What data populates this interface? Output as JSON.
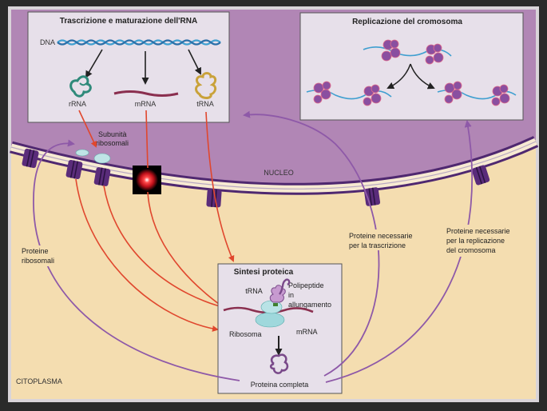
{
  "panels": {
    "transcription_title": "Trascrizione e maturazione dell'RNA",
    "replication_title": "Replicazione del cromosoma",
    "synthesis_title": "Sintesi proteica"
  },
  "labels": {
    "dna": "DNA",
    "rrna": "rRNA",
    "mrna": "mRNA",
    "trna": "tRNA",
    "subunits_line1": "Subunità",
    "subunits_line2": "ribosomali",
    "nucleus": "NUCLEO",
    "cytoplasm": "CITOPLASMA",
    "ribosomal_proteins_line1": "Proteine",
    "ribosomal_proteins_line2": "ribosomali",
    "transcription_proteins_line1": "Proteine necessarie",
    "transcription_proteins_line2": "per la trascrizione",
    "replication_proteins_line1": "Proteine necessarie",
    "replication_proteins_line2": "per la replicazione",
    "replication_proteins_line3": "del cromosoma",
    "synth_trna": "tRNA",
    "polypeptide_line1": "Polipeptide",
    "polypeptide_line2": "in",
    "polypeptide_line3": "allungamento",
    "ribosome": "Ribosoma",
    "synth_mrna": "mRNA",
    "complete_protein": "Proteina completa"
  },
  "colors": {
    "nucleus": "#b186b5",
    "cytoplasm": "#f4ddb0",
    "panel": "#e7e0ea",
    "arrow_red": "#e0472e",
    "arrow_purple": "#8e59a8",
    "membrane": "#4f2870",
    "dna_blue": "#3f9fd0"
  }
}
